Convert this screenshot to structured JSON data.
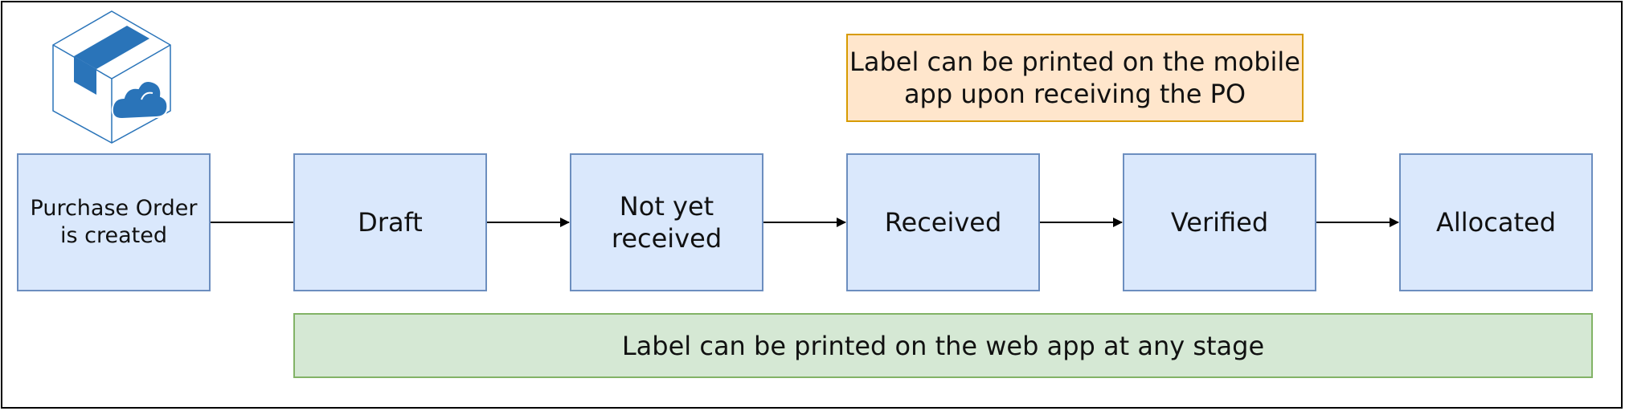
{
  "stages": [
    {
      "id": "created",
      "label": "Purchase Order\nis created"
    },
    {
      "id": "draft",
      "label": "Draft"
    },
    {
      "id": "not-yet-received",
      "label": "Not yet\nreceived"
    },
    {
      "id": "received",
      "label": "Received"
    },
    {
      "id": "verified",
      "label": "Verified"
    },
    {
      "id": "allocated",
      "label": "Allocated"
    }
  ],
  "notes": {
    "mobile": "Label can be printed on the mobile\napp upon receiving the PO",
    "web": "Label can be printed on the web app at any stage"
  },
  "icons": {
    "logo": "box-cloud-icon"
  },
  "colors": {
    "stage_fill": "#dae8fc",
    "stage_stroke": "#6c8ebf",
    "mobile_fill": "#ffe6cc",
    "mobile_stroke": "#d79b00",
    "web_fill": "#d5e8d4",
    "web_stroke": "#82b366",
    "logo_blue": "#2a74b9"
  }
}
